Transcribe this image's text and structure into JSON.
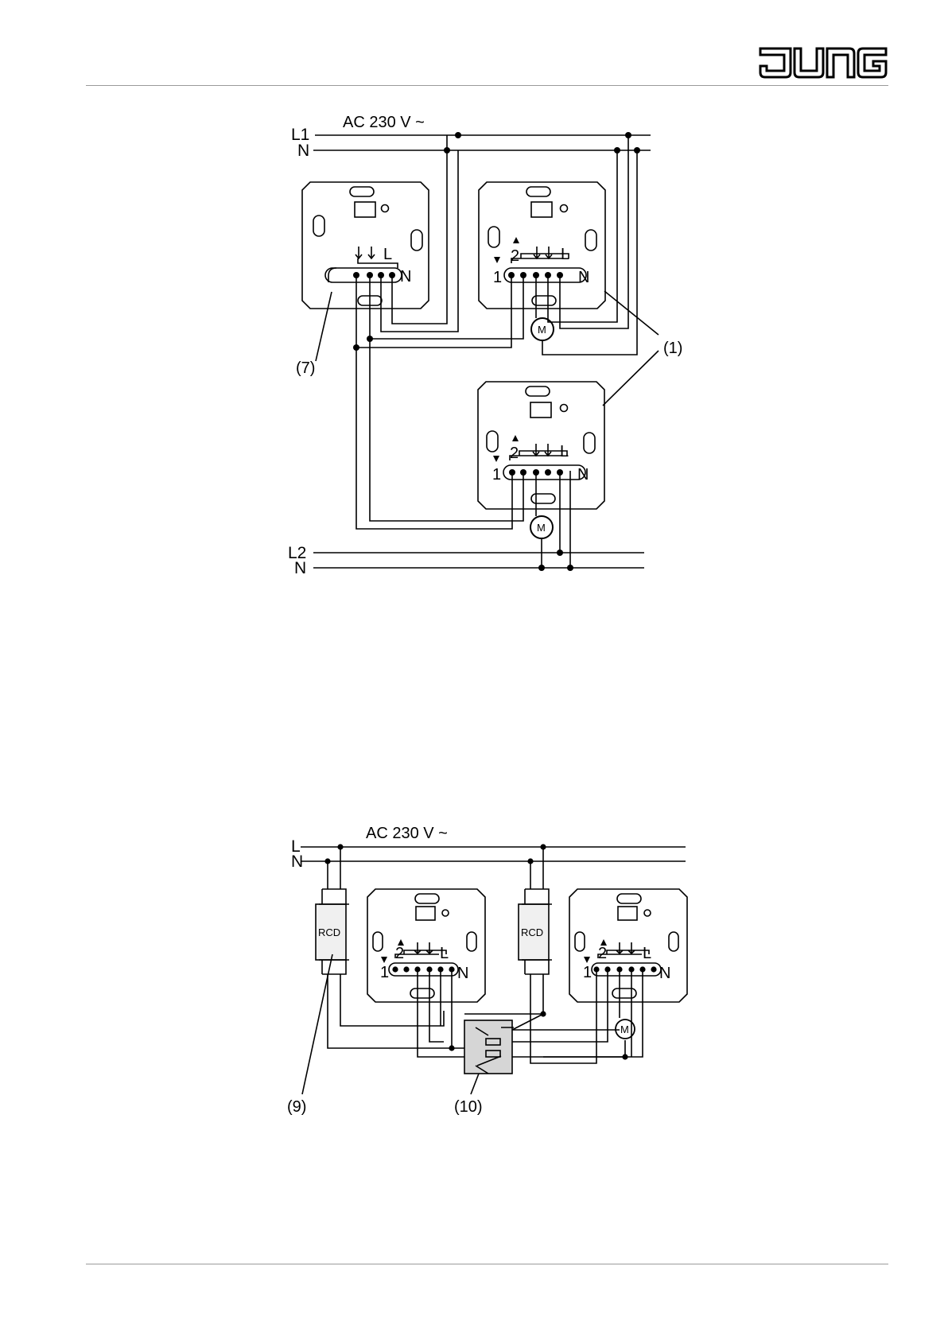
{
  "brand": {
    "logo_text": "JUNG",
    "logo_color": "#000000"
  },
  "diagram1": {
    "supply_label": "AC 230 V ~",
    "line_top": "L1",
    "neutral_top": "N",
    "line_bottom": "L2",
    "neutral_bottom": "N",
    "terminal_1": "1",
    "terminal_2": "2",
    "terminal_L": "L",
    "terminal_N": "N",
    "motor": "M",
    "callout_extension": "(7)",
    "callout_insert": "(1)"
  },
  "diagram2": {
    "supply_label": "AC 230 V ~",
    "line": "L",
    "neutral": "N",
    "rcd_label": "RCD",
    "terminal_1": "1",
    "terminal_2": "2",
    "terminal_L": "L",
    "terminal_N": "N",
    "motor": "M",
    "callout_rcd": "(9)",
    "callout_relay": "(10)"
  }
}
